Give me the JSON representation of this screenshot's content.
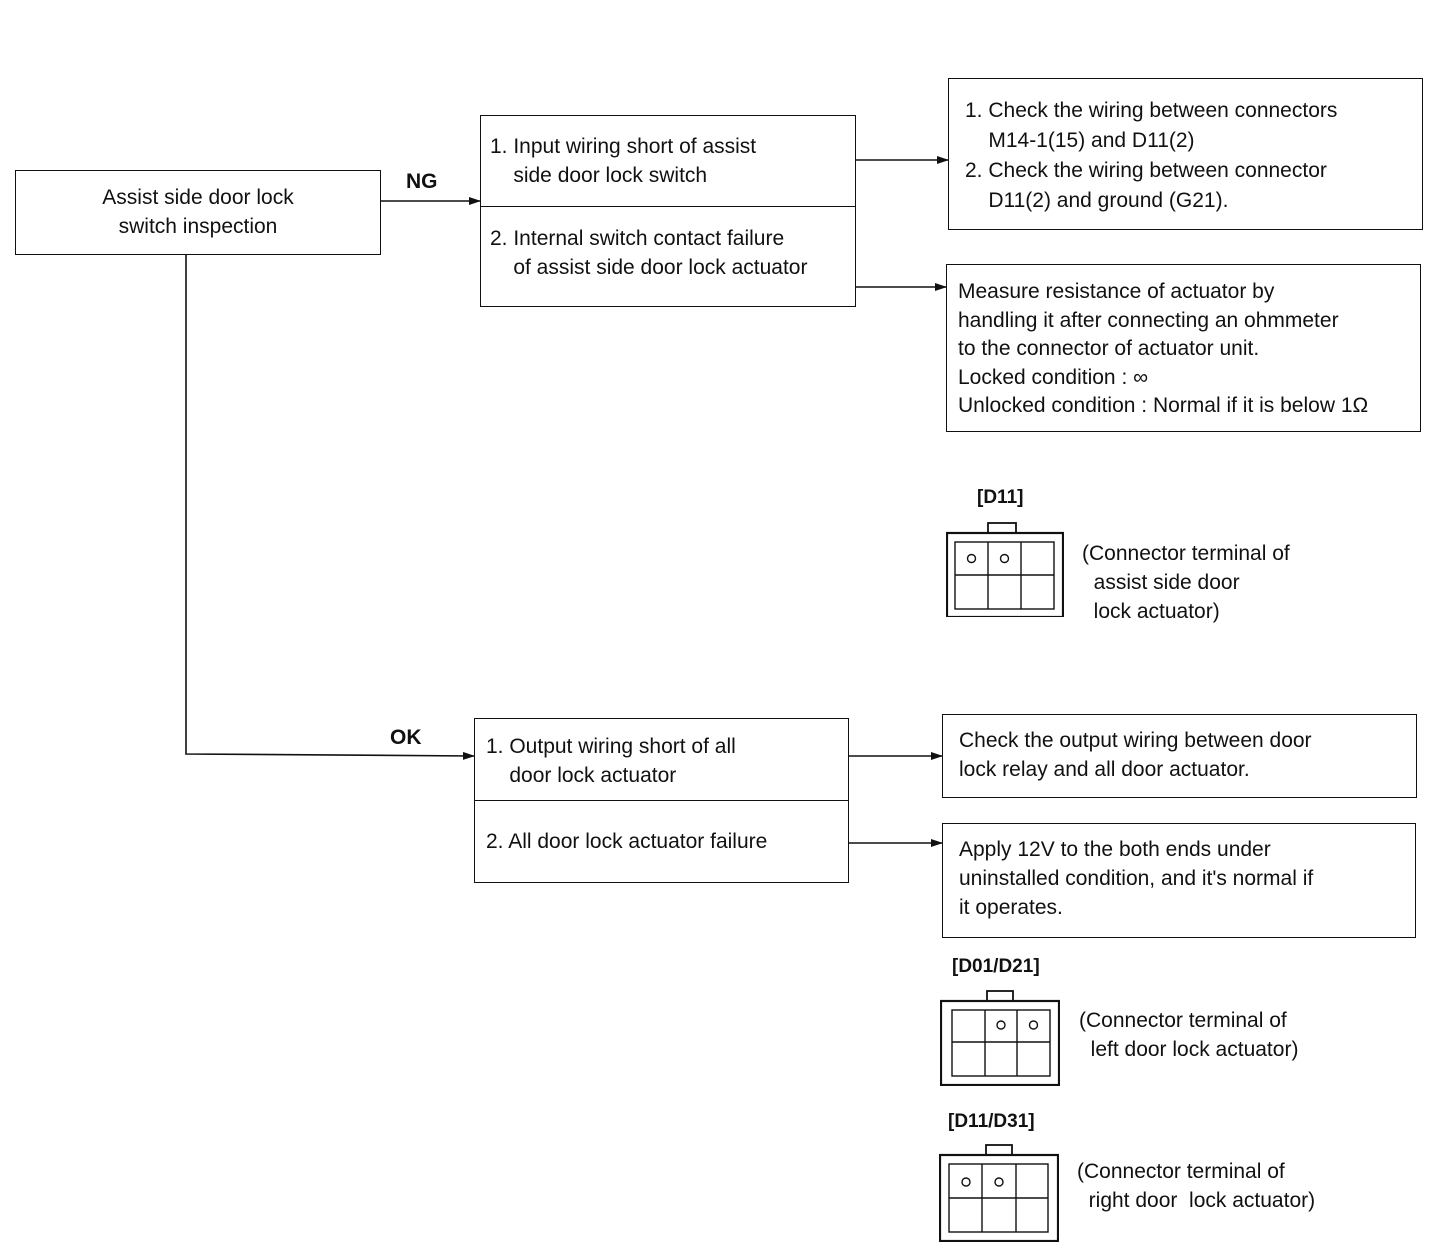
{
  "start": {
    "text": "Assist side door lock\nswitch inspection"
  },
  "branches": {
    "ng": "NG",
    "ok": "OK"
  },
  "ng_causes": [
    {
      "text": "1. Input wiring short of assist\n    side door lock switch"
    },
    {
      "text": "2. Internal switch contact failure\n    of assist side door lock actuator"
    }
  ],
  "ng_actions": [
    {
      "text": "1. Check the wiring between connectors\n    M14-1(15) and D11(2)\n2. Check the wiring between connector\n    D11(2) and ground (G21)."
    },
    {
      "text": "Measure resistance of actuator by\nhandling it after connecting an ohmmeter\nto the connector of actuator unit.\nLocked condition : ∞\nUnlocked condition : Normal if it is below 1Ω"
    }
  ],
  "ok_causes": [
    {
      "text": "1. Output wiring short of all\n    door lock actuator"
    },
    {
      "text": "2. All door lock actuator failure"
    }
  ],
  "ok_actions": [
    {
      "text": "Check the output wiring between door\nlock relay and all door actuator."
    },
    {
      "text": "Apply 12V to the both ends under\nuninstalled condition, and it's normal if\nit operates."
    }
  ],
  "connectors": [
    {
      "label": "[D11]",
      "caption": "(Connector terminal of\n  assist side door\n  lock actuator)",
      "pins_marked": [
        1,
        2
      ]
    },
    {
      "label": "[D01/D21]",
      "caption": "(Connector terminal of\n  left door lock actuator)",
      "pins_marked": [
        2,
        3
      ]
    },
    {
      "label": "[D11/D31]",
      "caption": "(Connector terminal of\n  right door  lock actuator)",
      "pins_marked": [
        1,
        2
      ]
    }
  ]
}
